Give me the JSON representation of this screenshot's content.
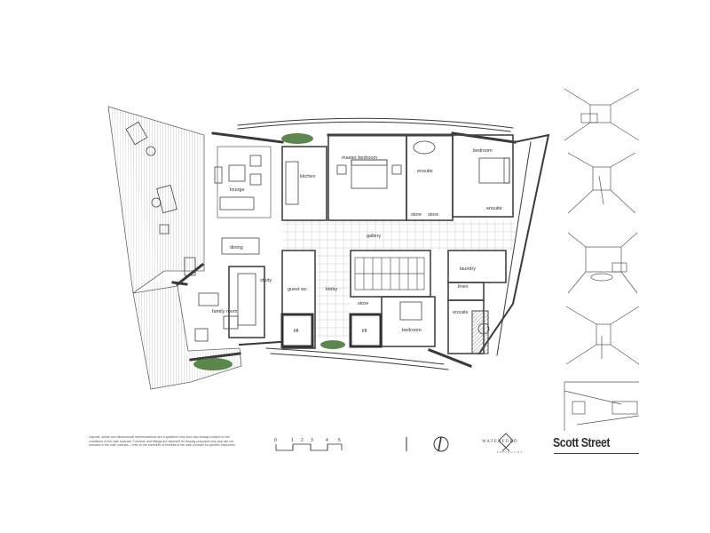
{
  "rooms": {
    "master_bedroom": "master bedroom",
    "ensuite_master": "ensuite",
    "bedroom_ne": "bedroom",
    "ensuite_ne": "ensuite",
    "kitchen": "kitchen",
    "lounge": "lounge",
    "dining": "dining",
    "gallery": "gallery",
    "laundry": "laundry",
    "linen": "linen",
    "store_1": "store",
    "store_2": "store",
    "store_3": "store",
    "study": "study",
    "family_room": "family room",
    "guest_wc": "guest wc",
    "lobby": "lobby",
    "lift_1": "lift",
    "lift_2": "lift",
    "bedroom_s": "bedroom",
    "ensuite_s": "ensuite"
  },
  "scale_bar": {
    "labels": [
      "0",
      "1",
      "2",
      "3",
      "4",
      "5"
    ]
  },
  "disclaimer": "Layouts, areas and dimensional representations are a guideline only and may change subject to the conditions of the sale contract. Furniture and fittings are depicted for display purposes only and are not included in the sale contract – refer to the schedule of finishes in the sale contract for specific inclusions.",
  "developer": {
    "name": "WATERFORD",
    "sub": "PROPERTIES"
  },
  "project_title": "Scott Street",
  "colors": {
    "wall": "#3a3a3a",
    "line": "#555555",
    "greenery": "#4a7a3a",
    "paper": "#ffffff"
  }
}
